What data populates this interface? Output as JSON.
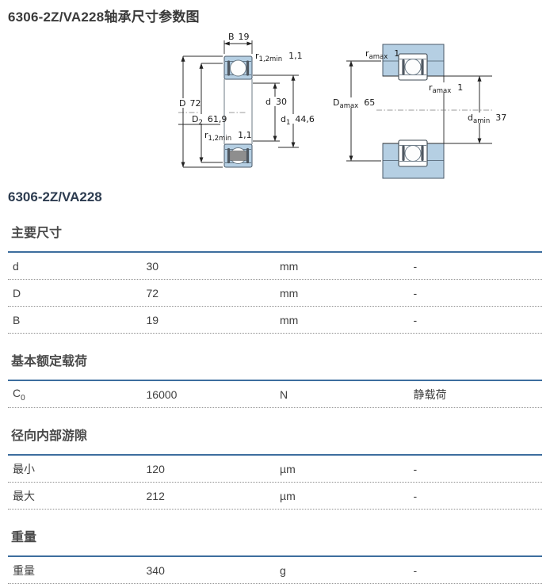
{
  "page": {
    "title": "6306-2Z/VA228轴承尺寸参数图",
    "subtitle": "6306-2Z/VA228"
  },
  "diagram": {
    "left": {
      "B": {
        "label": "B",
        "value": "19"
      },
      "r_top": {
        "label": "r",
        "sub": "1,2min",
        "value": "1,1"
      },
      "D": {
        "label": "D",
        "value": "72"
      },
      "D2": {
        "label": "D",
        "sub": "2",
        "value": "61,9"
      },
      "d": {
        "label": "d",
        "value": "30"
      },
      "d1": {
        "label": "d",
        "sub": "1",
        "value": "44,6"
      },
      "r_bottom": {
        "label": "r",
        "sub": "1,2min",
        "value": "1,1"
      }
    },
    "right": {
      "r_amax_top": {
        "label": "r",
        "sub": "amax",
        "value": "1"
      },
      "D_amax": {
        "label": "D",
        "sub": "amax",
        "value": "65"
      },
      "r_amax_mid": {
        "label": "r",
        "sub": "amax",
        "value": "1"
      },
      "d_amin": {
        "label": "d",
        "sub": "amin",
        "value": "37"
      }
    },
    "colors": {
      "bearing_fill": "#b5cfe3",
      "drawing_line": "#2b2b2b"
    }
  },
  "sections": [
    {
      "heading": "主要尺寸",
      "rows": [
        {
          "label": "d",
          "value": "30",
          "unit": "mm",
          "note": "-"
        },
        {
          "label": "D",
          "value": "72",
          "unit": "mm",
          "note": "-"
        },
        {
          "label": "B",
          "value": "19",
          "unit": "mm",
          "note": "-"
        }
      ]
    },
    {
      "heading": "基本额定载荷",
      "rows": [
        {
          "label": "C",
          "sub": "0",
          "value": "16000",
          "unit": "N",
          "note": "静载荷"
        }
      ]
    },
    {
      "heading": "径向内部游隙",
      "rows": [
        {
          "label": "最小",
          "value": "120",
          "unit": "µm",
          "note": "-"
        },
        {
          "label": "最大",
          "value": "212",
          "unit": "µm",
          "note": "-"
        }
      ]
    },
    {
      "heading": "重量",
      "rows": [
        {
          "label": "重量",
          "value": "340",
          "unit": "g",
          "note": "-"
        }
      ]
    }
  ],
  "colors": {
    "accent_line": "#3d6e9e",
    "title_text": "#3a3a3a",
    "subtitle_text": "#2d3c50",
    "heading_text": "#4a4a4a",
    "body_text": "#3f3f3f"
  }
}
